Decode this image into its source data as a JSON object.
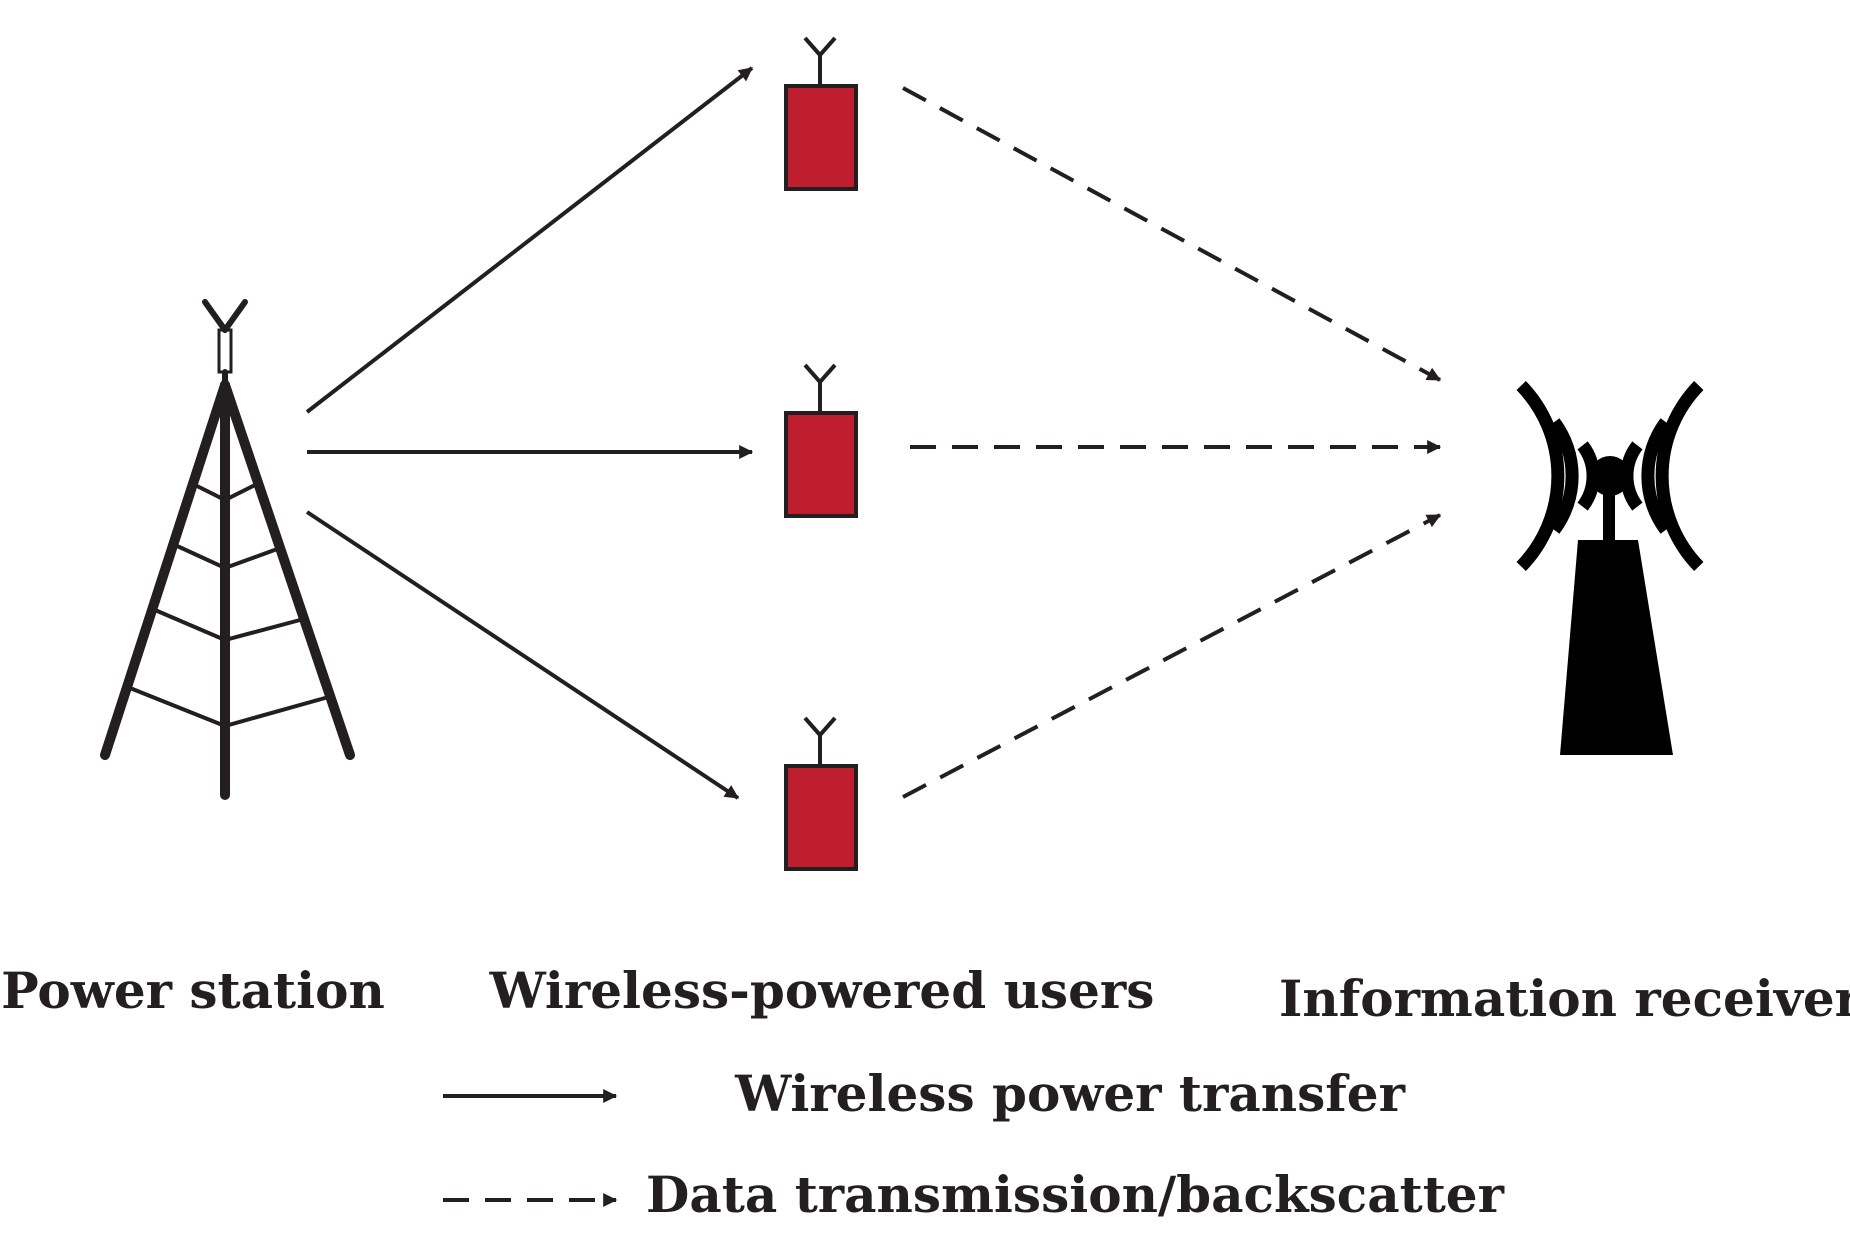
{
  "labels": {
    "power_station": "Power station",
    "users": "Wireless-powered users",
    "receiver": "Information receiver"
  },
  "legend": {
    "power": "Wireless power transfer",
    "data": "Data transmission/backscatter"
  },
  "colors": {
    "ink": "#231f20",
    "device": "#be1e2d",
    "background": "#ffffff"
  },
  "icons": {
    "power_station": "transmission-tower-icon",
    "user_device": "sensor-device-icon",
    "receiver": "broadcast-antenna-icon"
  }
}
